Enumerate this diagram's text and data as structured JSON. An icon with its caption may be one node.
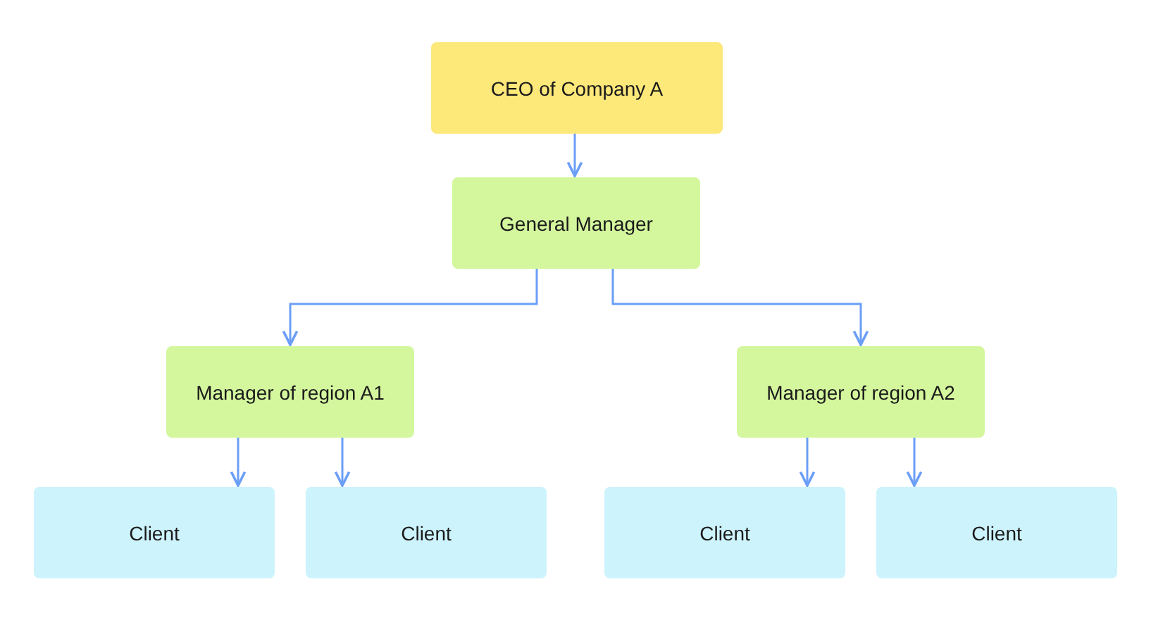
{
  "diagram": {
    "nodes": [
      {
        "text": [
          "CEO of Company A"
        ]
      },
      {
        "text": [
          "General Manager"
        ]
      },
      {
        "text": [
          "Manager of region A1"
        ]
      },
      {
        "text": [
          "Manager of region A2"
        ]
      },
      {
        "text": [
          "Client"
        ]
      },
      {
        "text": [
          "Client"
        ]
      },
      {
        "text": [
          "Client"
        ]
      },
      {
        "text": [
          "Client"
        ]
      }
    ],
    "edges": [
      {
        "from": 0,
        "to": 1,
        "arrow": "to"
      },
      {
        "from": 1,
        "to": 2,
        "arrow": "to"
      },
      {
        "from": 1,
        "to": 3,
        "arrow": "to"
      },
      {
        "from": 2,
        "to": 4,
        "arrow": "to"
      },
      {
        "from": 2,
        "to": 5,
        "arrow": "to"
      },
      {
        "from": 3,
        "to": 6,
        "arrow": "to"
      },
      {
        "from": 3,
        "to": 7,
        "arrow": "to"
      }
    ]
  }
}
